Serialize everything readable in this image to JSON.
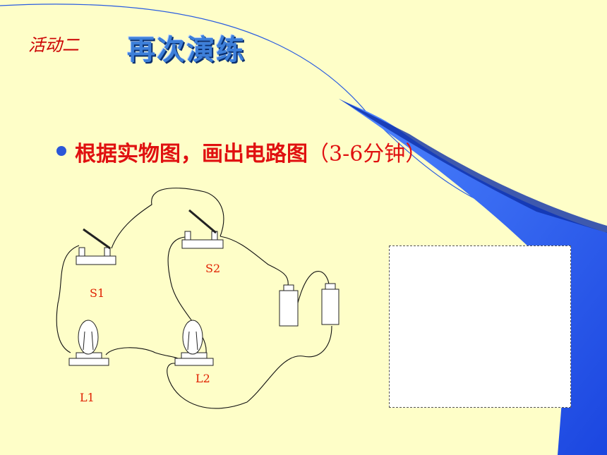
{
  "slide": {
    "activity_label": "活动二",
    "title": "再次演练",
    "bullet": {
      "main": "根据实物图，画出电路图",
      "paren": "（3-6分钟）"
    },
    "labels": {
      "s1": "S1",
      "s2": "S2",
      "l1": "L1",
      "l2": "L2"
    }
  },
  "colors": {
    "background": "#fefec8",
    "title_blue": "#3d7fd9",
    "bullet_red": "#e01010",
    "accent_blue": "#2b57d8"
  }
}
